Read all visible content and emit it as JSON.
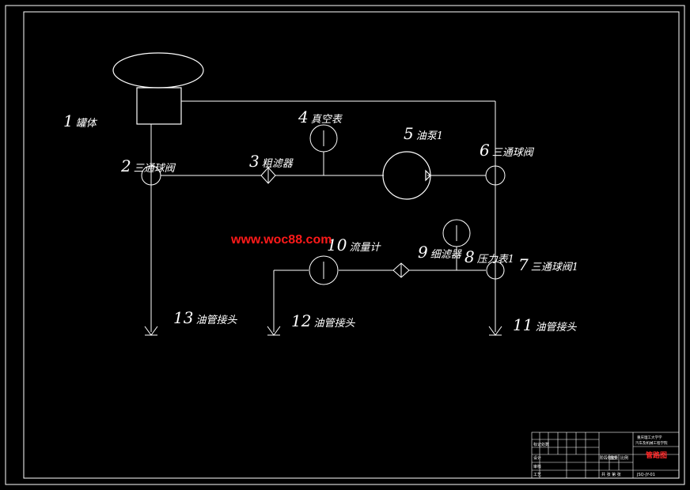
{
  "watermark": "www.woc88.com",
  "colors": {
    "background": "#000000",
    "line": "#ffffff",
    "watermark": "#ff1a1a"
  },
  "labels": {
    "l1": {
      "num": "1",
      "text": "罐体"
    },
    "l2": {
      "num": "2",
      "text": "三通球阀"
    },
    "l3": {
      "num": "3",
      "text": "粗滤器"
    },
    "l4": {
      "num": "4",
      "text": "真空表"
    },
    "l5": {
      "num": "5",
      "text": "油泵1"
    },
    "l6": {
      "num": "6",
      "text": "三通球阀"
    },
    "l7": {
      "num": "7",
      "text": "三通球阀1"
    },
    "l8": {
      "num": "8",
      "text": "压力表1"
    },
    "l9": {
      "num": "9",
      "text": "细滤器"
    },
    "l10": {
      "num": "10",
      "text": "流量计"
    },
    "l11": {
      "num": "11",
      "text": "油管接头"
    },
    "l12": {
      "num": "12",
      "text": "油管接头"
    },
    "l13": {
      "num": "13",
      "text": "油管接头"
    }
  },
  "title_block": {
    "drawing_title": "管路图",
    "org_line1": "重庆理工大学学",
    "org_line2": "汽车及机械工程学院",
    "drawing_no": "JSQ-JY-01",
    "row_labels": [
      "标记处数",
      "设计",
      "审核",
      "工艺"
    ],
    "col_labels": [
      "阶段标记",
      "重量",
      "比例"
    ],
    "sheet_label": "共 张 第 张"
  }
}
